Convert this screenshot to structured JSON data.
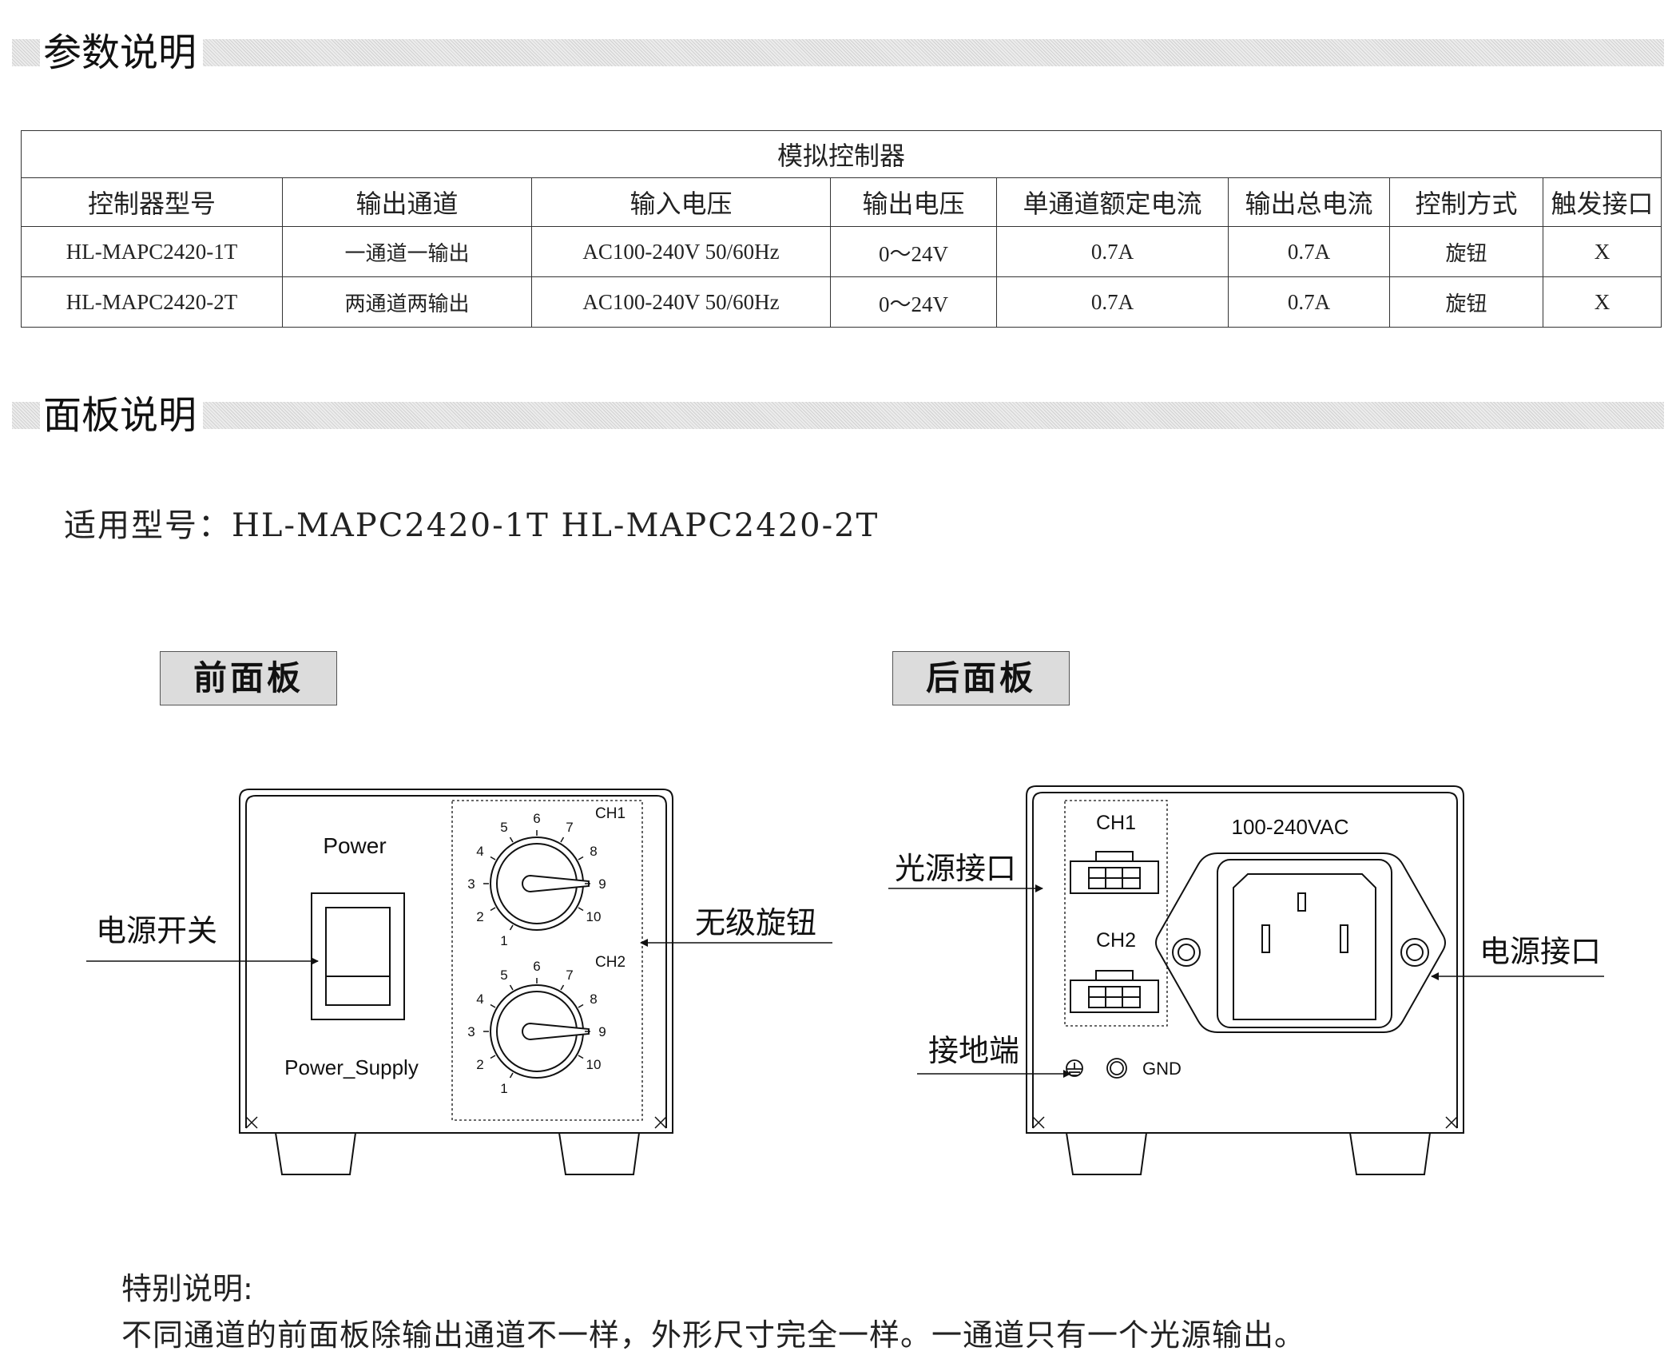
{
  "section1": {
    "title": "参数说明"
  },
  "spec_table": {
    "caption": "模拟控制器",
    "headers": [
      "控制器型号",
      "输出通道",
      "输入电压",
      "输出电压",
      "单通道额定电流",
      "输出总电流",
      "控制方式",
      "触发接口"
    ],
    "rows": [
      [
        "HL-MAPC2420-1T",
        "一通道一输出",
        "AC100-240V 50/60Hz",
        "0～24V",
        "0.7A",
        "0.7A",
        "旋钮",
        "X"
      ],
      [
        "HL-MAPC2420-2T",
        "两通道两输出",
        "AC100-240V 50/60Hz",
        "0～24V",
        "0.7A",
        "0.7A",
        "旋钮",
        "X"
      ]
    ]
  },
  "section2": {
    "title": "面板说明"
  },
  "models_line": "适用型号：HL-MAPC2420-1T HL-MAPC2420-2T",
  "front_panel": {
    "label": "前面板",
    "power_text": "Power",
    "power_supply_text": "Power_Supply",
    "switch_callout": "电源开关",
    "knob_callout": "无级旋钮",
    "knob1_label": "CH1",
    "knob2_label": "CH2",
    "dial_numbers": [
      "1",
      "2",
      "3",
      "4",
      "5",
      "6",
      "7",
      "8",
      "9",
      "10"
    ]
  },
  "rear_panel": {
    "label": "后面板",
    "ch1": "CH1",
    "ch2": "CH2",
    "voltage": "100-240VAC",
    "gnd": "GND",
    "light_port_callout": "光源接口",
    "power_port_callout": "电源接口",
    "ground_callout": "接地端"
  },
  "notes": {
    "title": "特别说明:",
    "text": "不同通道的前面板除输出通道不一样，外形尺寸完全一样。一通道只有一个光源输出。"
  }
}
